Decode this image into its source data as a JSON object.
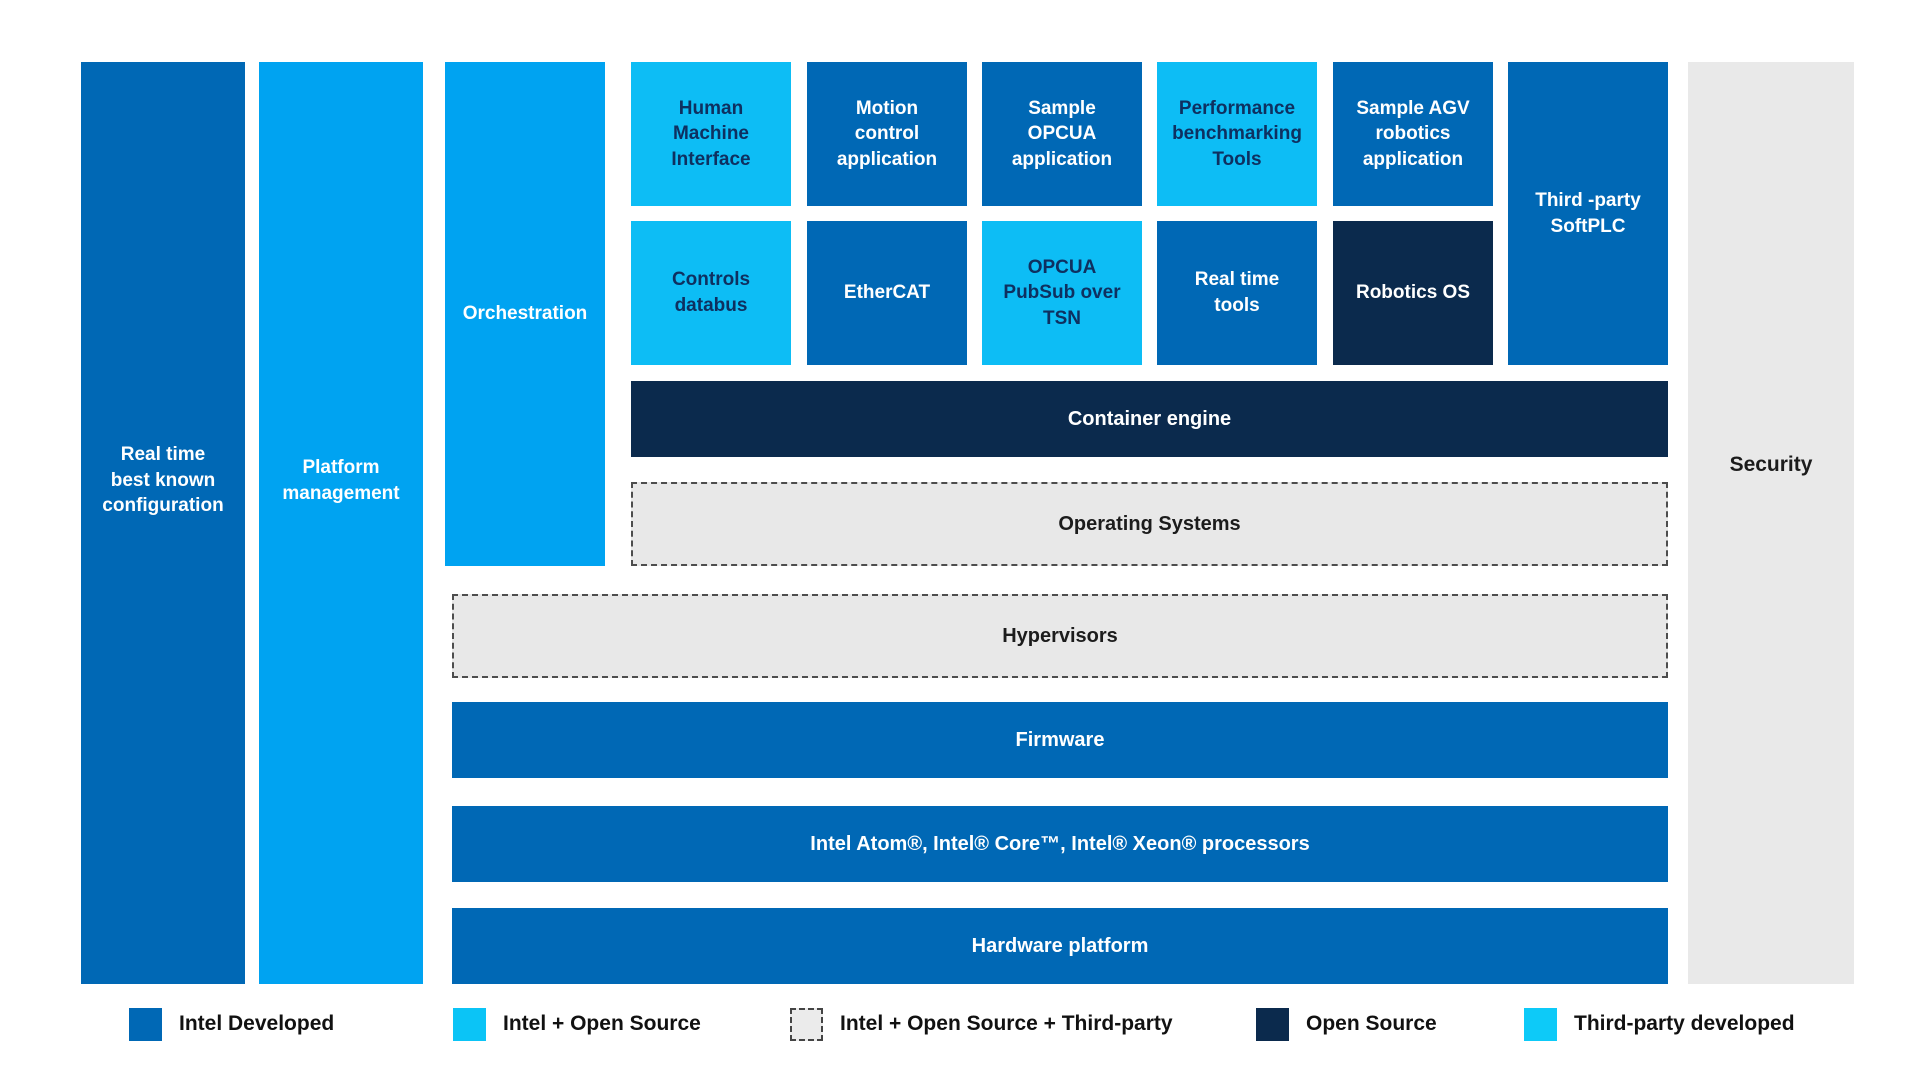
{
  "diagram_title": "Industrial software stack diagram",
  "palette": {
    "intel_developed": "#0068B5",
    "intel_open_source_columns": "#00A3F1",
    "bright_cyan_boxes": "#0DBDF5",
    "open_source_navy": "#0B2A4D",
    "dashed_gray_fill": "#E8E8E8",
    "dashed_border": "#4D4D4D",
    "security_gray": "#E9E9E9",
    "dark_text_on_cyan": "#0E3060",
    "white_text": "#FFFFFF",
    "legend_text": "#111111"
  },
  "columns": [
    {
      "label": "Real time\nbest known\nconfiguration",
      "category": "intel-developed"
    },
    {
      "label": "Platform\nmanagement",
      "category": "intel-open-source"
    },
    {
      "label": "Orchestration",
      "category": "intel-open-source"
    }
  ],
  "app_row": [
    {
      "label": "Human\nMachine\nInterface",
      "category": "cyan"
    },
    {
      "label": "Motion\ncontrol\napplication",
      "category": "intel-developed"
    },
    {
      "label": "Sample\nOPCUA\napplication",
      "category": "intel-developed"
    },
    {
      "label": "Performance\nbenchmarking\nTools",
      "category": "cyan"
    },
    {
      "label": "Sample AGV\nrobotics\napplication",
      "category": "intel-developed"
    }
  ],
  "softplc": {
    "label": "Third -party\nSoftPLC",
    "category": "intel-developed"
  },
  "middleware_row": [
    {
      "label": "Controls\ndatabus",
      "category": "cyan"
    },
    {
      "label": "EtherCAT",
      "category": "intel-developed"
    },
    {
      "label": "OPCUA\nPubSub over\nTSN",
      "category": "cyan"
    },
    {
      "label": "Real time\ntools",
      "category": "intel-developed"
    },
    {
      "label": "Robotics OS",
      "category": "open-source"
    }
  ],
  "bars": [
    {
      "label": "Container engine",
      "category": "open-source"
    },
    {
      "label": "Operating Systems",
      "category": "dashed"
    },
    {
      "label": "Hypervisors",
      "category": "dashed"
    },
    {
      "label": "Firmware",
      "category": "intel-developed"
    },
    {
      "label": "Intel Atom®, Intel® Core™, Intel® Xeon® processors",
      "category": "intel-developed"
    },
    {
      "label": "Hardware platform",
      "category": "intel-developed"
    }
  ],
  "security": {
    "label": "Security"
  },
  "legend": {
    "items": [
      {
        "label": "Intel Developed",
        "color": "#0068B5",
        "style": "solid"
      },
      {
        "label": "Intel + Open Source",
        "color": "#0BC4F6",
        "style": "solid"
      },
      {
        "label": "Intel + Open Source + Third-party",
        "color": "#EBEBEB",
        "style": "dashed"
      },
      {
        "label": "Open Source",
        "color": "#0B2A4D",
        "style": "solid"
      },
      {
        "label": "Third-party developed",
        "color": "#0DCAF8",
        "style": "solid"
      }
    ]
  }
}
